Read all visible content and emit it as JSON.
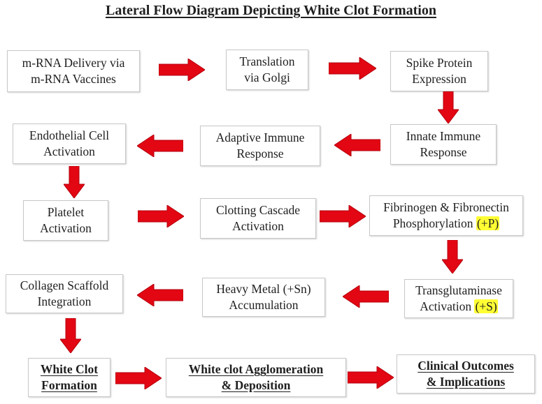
{
  "title": "Lateral Flow Diagram Depicting White Clot Formation",
  "colors": {
    "arrow": "#e30613",
    "highlight": "#ffff33",
    "box_border": "#c8c8c8"
  },
  "nodes": {
    "mrna_delivery": [
      "m-RNA Delivery via",
      "m-RNA Vaccines"
    ],
    "translation": [
      "Translation",
      "via Golgi"
    ],
    "spike_protein": [
      "Spike Protein",
      "Expression"
    ],
    "endothelial": [
      "Endothelial Cell",
      "Activation"
    ],
    "adaptive": [
      "Adaptive Immune",
      "Response"
    ],
    "innate": [
      "Innate Immune",
      "Response"
    ],
    "platelet": [
      "Platelet",
      "Activation"
    ],
    "clotting": [
      "Clotting Cascade",
      "Activation"
    ],
    "fibrinogen": {
      "line1": "Fibrinogen & Fibronectin",
      "line2": "Phosphorylation ",
      "line2_highlight": "(+P)"
    },
    "collagen": [
      "Collagen Scaffold",
      "Integration"
    ],
    "heavy_metal": [
      "Heavy Metal (+Sn)",
      "Accumulation"
    ],
    "transglutaminase": {
      "line1": "Transglutaminase",
      "line2": "Activation ",
      "line2_highlight": "(+S)"
    },
    "white_clot": [
      "White Clot",
      "Formation"
    ],
    "agglomeration": [
      "White clot Agglomeration",
      "& Deposition"
    ],
    "clinical": [
      "Clinical Outcomes",
      "& Implications"
    ]
  }
}
